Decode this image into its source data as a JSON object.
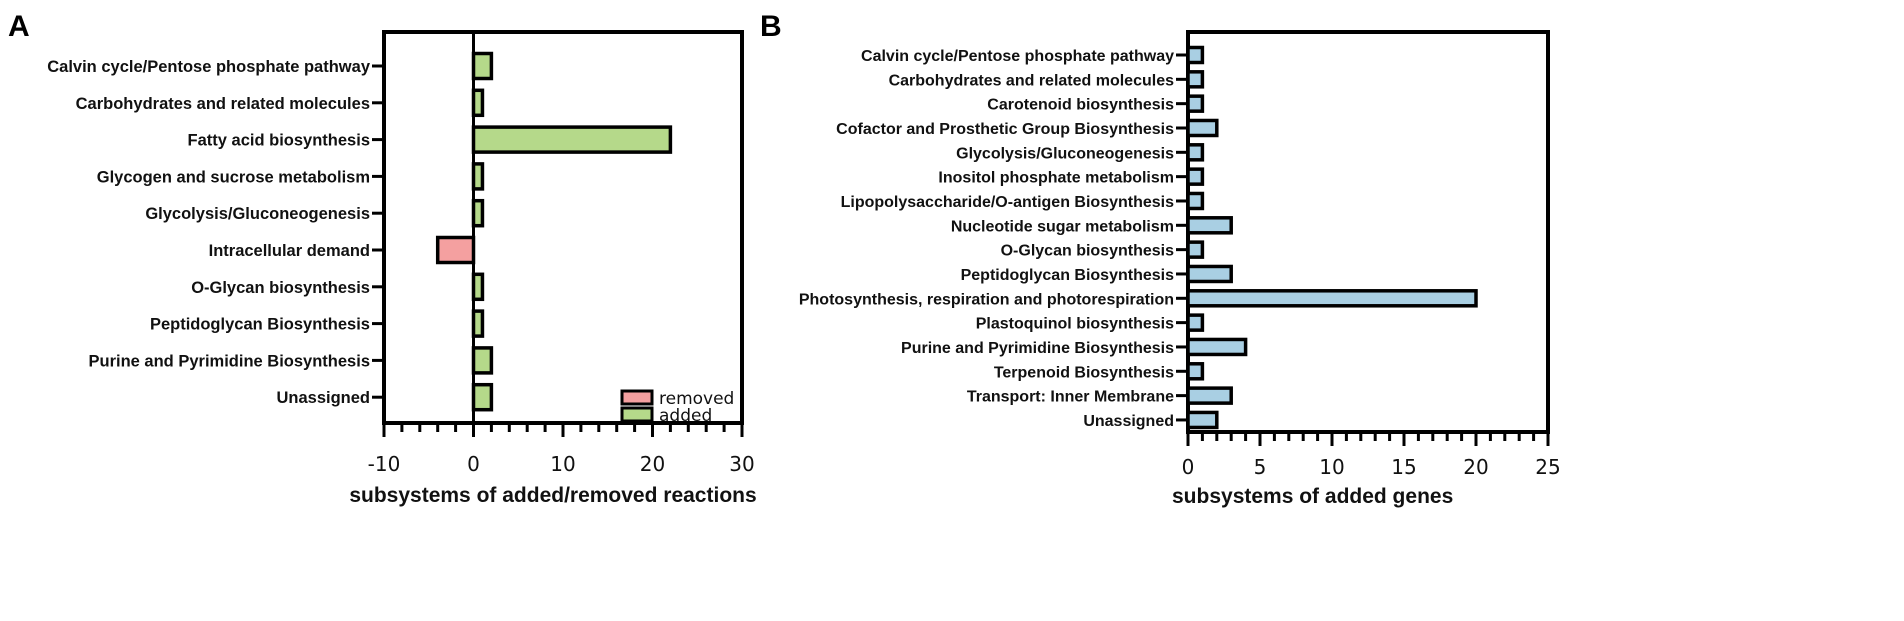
{
  "chart_data": [
    {
      "panel": "A",
      "type": "bar",
      "orientation": "horizontal",
      "xlabel": "subsystems of added/removed reactions",
      "ylabel": "",
      "xlim": [
        -10,
        30
      ],
      "xticks": [
        -10,
        0,
        10,
        20,
        30
      ],
      "tick_labels": [
        "-10",
        "0",
        "10",
        "20",
        "30"
      ],
      "grid": false,
      "legend_position": "bottom-right",
      "categories": [
        "Calvin cycle/Pentose phosphate pathway",
        "Carbohydrates and related molecules",
        "Fatty acid biosynthesis",
        "Glycogen and sucrose metabolism",
        "Glycolysis/Gluconeogenesis",
        "Intracellular demand",
        "O-Glycan biosynthesis",
        "Peptidoglycan Biosynthesis",
        "Purine and Pyrimidine Biosynthesis",
        "Unassigned"
      ],
      "series": [
        {
          "name": "removed",
          "color": "#f4a0a0",
          "values": [
            0,
            0,
            0,
            0,
            0,
            -4,
            0,
            0,
            0,
            0
          ]
        },
        {
          "name": "added",
          "color": "#b5d98a",
          "values": [
            2,
            1,
            22,
            1,
            1,
            0,
            1,
            1,
            2,
            2
          ]
        }
      ]
    },
    {
      "panel": "B",
      "type": "bar",
      "orientation": "horizontal",
      "xlabel": "subsystems of added genes",
      "ylabel": "",
      "xlim": [
        0,
        25
      ],
      "xticks": [
        0,
        5,
        10,
        15,
        20,
        25
      ],
      "tick_labels": [
        "0",
        "5",
        "10",
        "15",
        "20",
        "25"
      ],
      "grid": false,
      "categories": [
        "Calvin cycle/Pentose phosphate pathway",
        "Carbohydrates and related molecules",
        "Carotenoid biosynthesis",
        "Cofactor and Prosthetic Group Biosynthesis",
        "Glycolysis/Gluconeogenesis",
        "Inositol phosphate metabolism",
        "Lipopolysaccharide/O-antigen Biosynthesis",
        "Nucleotide sugar metabolism",
        "O-Glycan biosynthesis",
        "Peptidoglycan Biosynthesis",
        "Photosynthesis, respiration and photorespiration",
        "Plastoquinol biosynthesis",
        "Purine and Pyrimidine Biosynthesis",
        "Terpenoid Biosynthesis",
        "Transport: Inner Membrane",
        "Unassigned"
      ],
      "series": [
        {
          "color": "#a9cfe3",
          "values": [
            1,
            1,
            1,
            2,
            1,
            1,
            1,
            3,
            1,
            3,
            20,
            1,
            4,
            1,
            3,
            2
          ]
        }
      ]
    }
  ]
}
